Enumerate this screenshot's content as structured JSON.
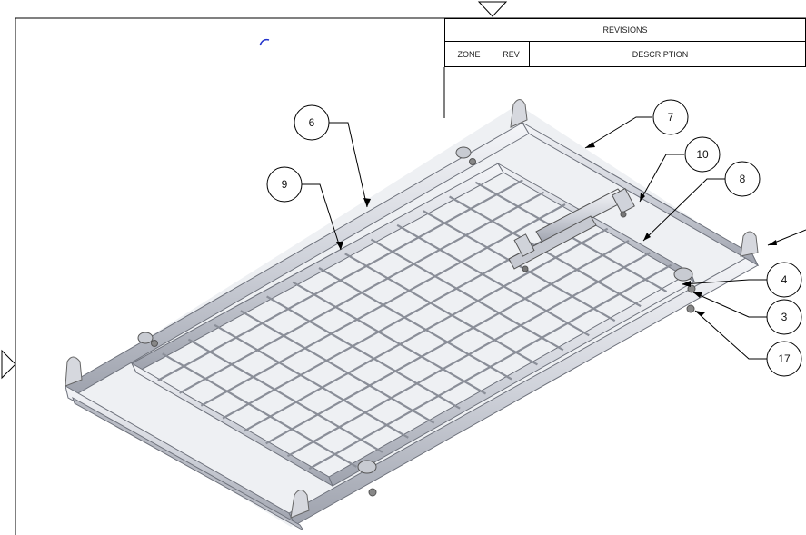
{
  "revisions": {
    "title": "REVISIONS",
    "columns": [
      "ZONE",
      "REV",
      "DESCRIPTION"
    ]
  },
  "balloons": [
    "6",
    "7",
    "10",
    "9",
    "8",
    "4",
    "3",
    "17"
  ]
}
